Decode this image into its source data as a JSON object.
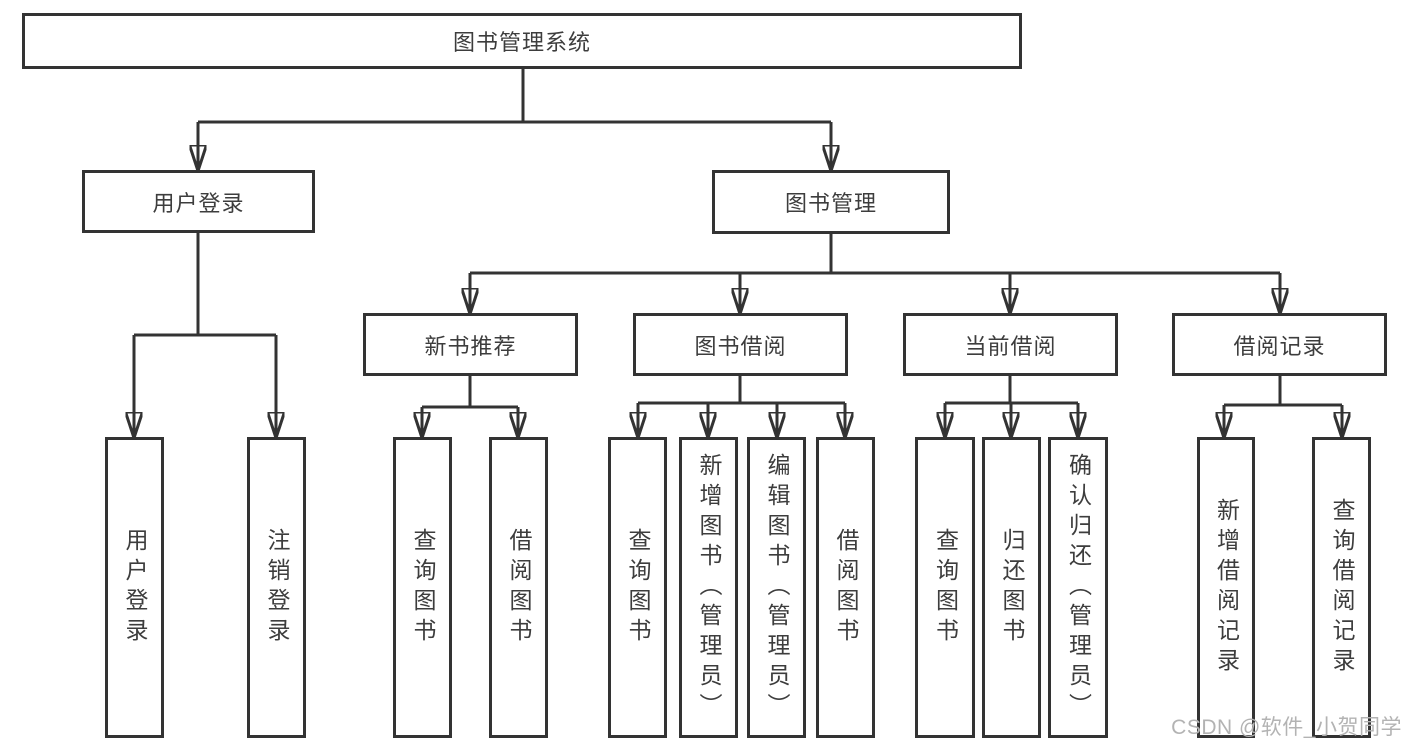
{
  "tree": {
    "root": {
      "label": "图书管理系统"
    },
    "children": [
      {
        "label": "用户登录",
        "children": [
          {
            "label": "用户登录"
          },
          {
            "label": "注销登录"
          }
        ]
      },
      {
        "label": "图书管理",
        "children": [
          {
            "label": "新书推荐",
            "children": [
              {
                "label": "查询图书"
              },
              {
                "label": "借阅图书"
              }
            ]
          },
          {
            "label": "图书借阅",
            "children": [
              {
                "label": "查询图书"
              },
              {
                "label": "新增图书（管理员）"
              },
              {
                "label": "编辑图书（管理员）"
              },
              {
                "label": "借阅图书"
              }
            ]
          },
          {
            "label": "当前借阅",
            "children": [
              {
                "label": "查询图书"
              },
              {
                "label": "归还图书"
              },
              {
                "label": "确认归还（管理员）"
              }
            ]
          },
          {
            "label": "借阅记录",
            "children": [
              {
                "label": "新增借阅记录"
              },
              {
                "label": "查询借阅记录"
              }
            ]
          }
        ]
      }
    ]
  },
  "watermark": {
    "text": "CSDN @软件_小贺同学"
  },
  "colors": {
    "line": "#333333",
    "text": "#3d3d3d",
    "watermark": "#b3b3b3",
    "background": "#ffffff"
  }
}
